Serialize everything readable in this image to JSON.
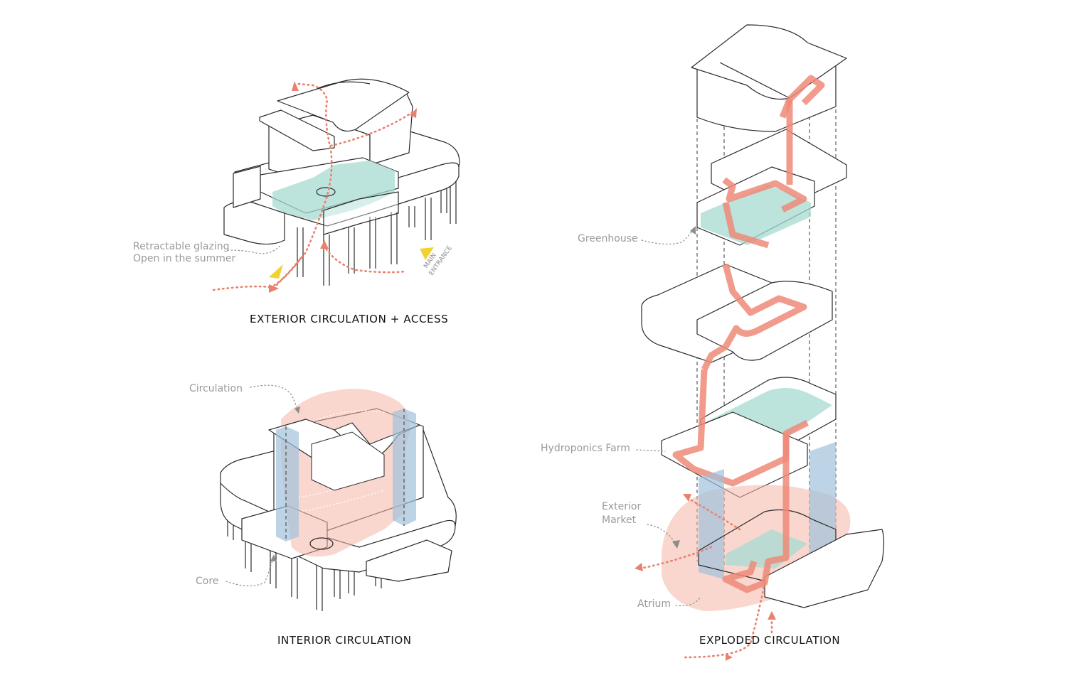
{
  "titles": {
    "exterior": "EXTERIOR CIRCULATION + ACCESS",
    "interior": "INTERIOR CIRCULATION",
    "exploded": "EXPLODED CIRCULATION"
  },
  "labels": {
    "glazing_line1": "Retractable glazing",
    "glazing_line2": "Open in the summer",
    "main_entrance_line1": "MAIN",
    "main_entrance_line2": "ENTRANCE",
    "circulation": "Circulation",
    "core": "Core",
    "greenhouse": "Greenhouse",
    "hydroponics": "Hydroponics Farm",
    "exterior_market_line1": "Exterior",
    "exterior_market_line2": "Market",
    "atrium": "Atrium"
  },
  "colors": {
    "circulation": "#ee8a78",
    "green_space": "#a6dbd1",
    "core": "#9fc2dc",
    "entrance_marker": "#f2d230"
  },
  "icons": [
    "entrance-triangle-icon",
    "arrowhead-icon"
  ]
}
